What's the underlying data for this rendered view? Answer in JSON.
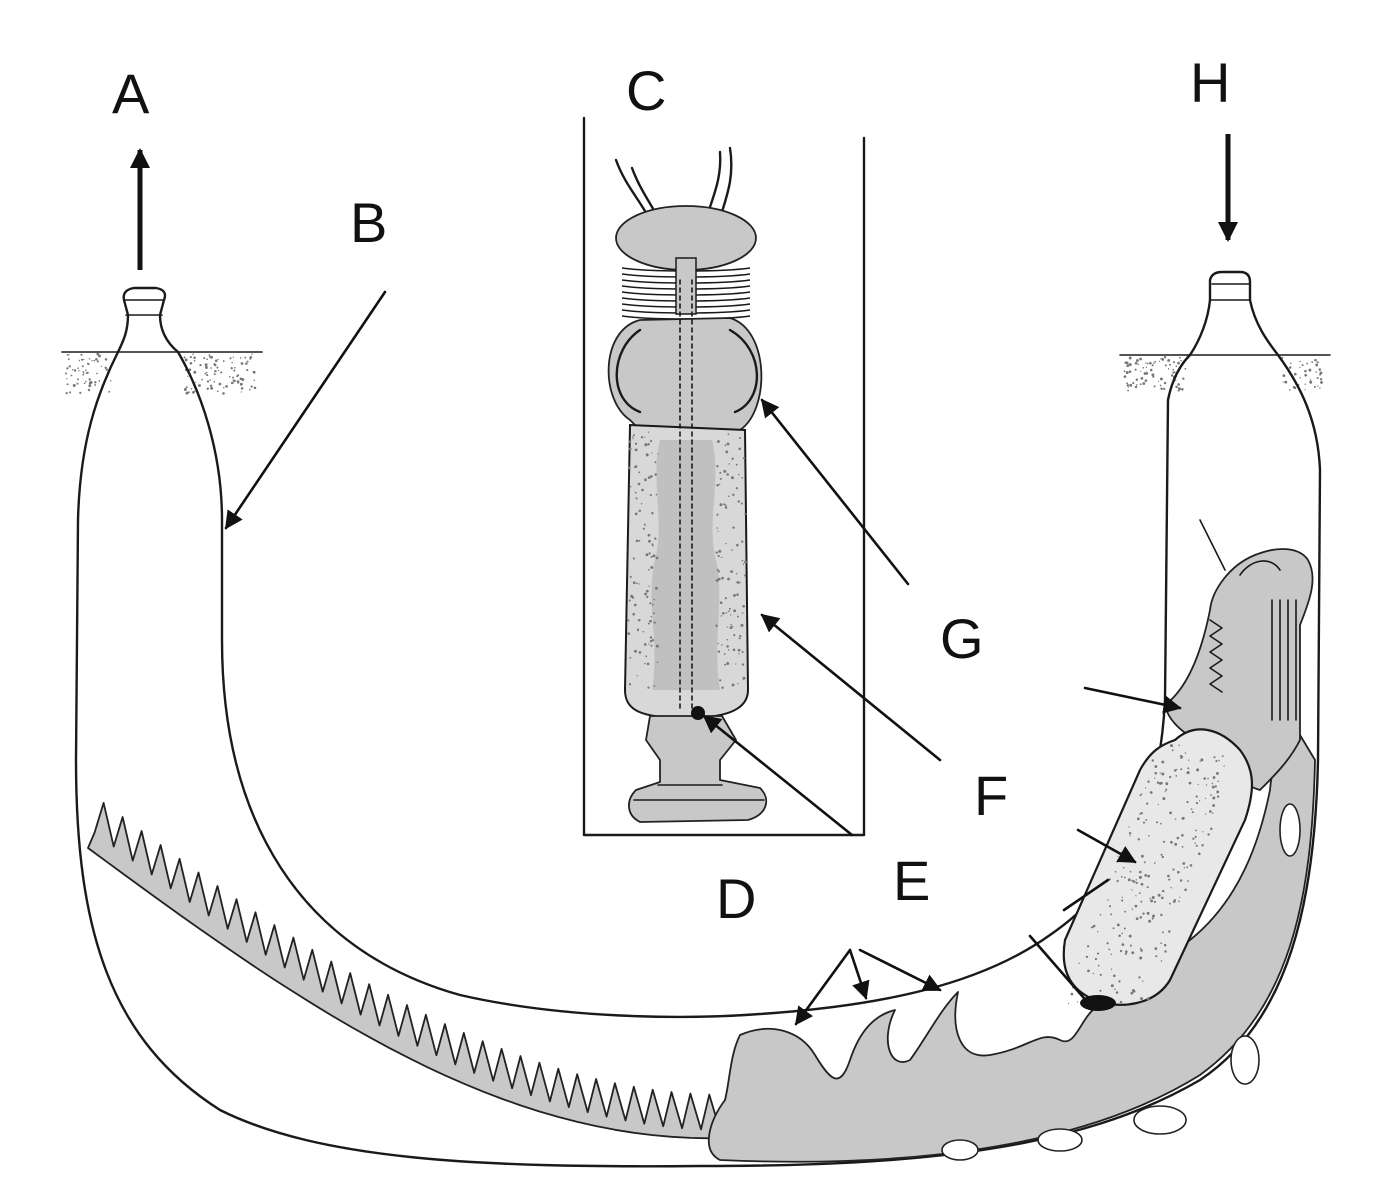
{
  "labels": {
    "A": "A",
    "B": "B",
    "C": "C",
    "D": "D",
    "E": "E",
    "F": "F",
    "G": "G",
    "H": "H"
  },
  "colors": {
    "tissue_fill": "#c8c8c8",
    "outline": "#1a1a1a",
    "sediment": "#777777"
  }
}
